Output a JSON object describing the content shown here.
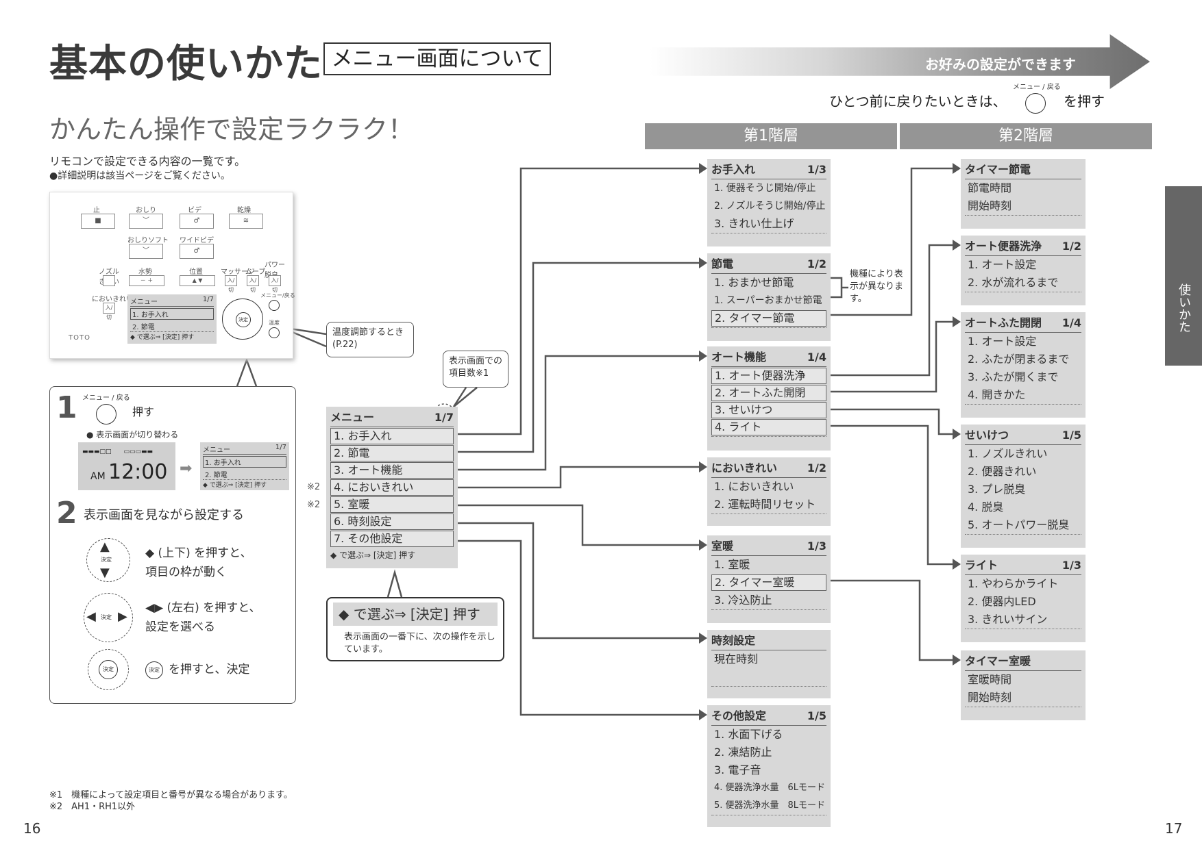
{
  "header": {
    "title": "基本の使いかた",
    "subtitle": "メニュー画面について",
    "banner": "お好みの設定ができます",
    "back_hint_before": "ひとつ前に戻りたいときは、",
    "back_hint_button": "メニュー / 戻る",
    "back_hint_after": "を押す"
  },
  "tagline": "かんたん操作で設定ラクラク！",
  "intro": {
    "line1": "リモコンで設定できる内容の一覧です。",
    "line2": "●詳細説明は該当ページをご覧ください。"
  },
  "columns": {
    "level1": "第1階層",
    "level2": "第2階層"
  },
  "remote": {
    "top_labels": [
      "止",
      "おしり",
      "ビデ",
      "乾燥"
    ],
    "soft_labels": [
      "おしりソフト",
      "ワイドビデ"
    ],
    "row_labels": [
      "ノズルきれい",
      "水勢",
      "位置",
      "マッサージ",
      "ムーブ",
      "パワー脱臭"
    ],
    "odor_label": "においきれい",
    "menu_back_label": "メニュー/戻る",
    "temp_label": "温度",
    "brand": "TOTO",
    "small_btn": "入/切",
    "decide": "決定",
    "mini_menu": {
      "title": "メニュー",
      "count": "1/7",
      "items": [
        "1. お手入れ",
        "2. 節電"
      ],
      "foot": "◆ で選ぶ⇒ [決定] 押す"
    }
  },
  "callouts": {
    "temp": "温度調節するとき(P.22)",
    "count": "表示画面での項目数※1"
  },
  "steps": {
    "s1_num": "1",
    "s1_label": "メニュー / 戻る",
    "s1_push": "押す",
    "s1_note": "● 表示画面が切り替わる",
    "lcd_time": "12:00",
    "lcd_ampm": "AM",
    "s2_num": "2",
    "s2_text": "表示画面を見ながら設定する",
    "op1_a": "◆ (上下) を押すと、",
    "op1_b": "項目の枠が動く",
    "op2_a": "◀▶ (左右) を押すと、",
    "op2_b": "設定を選べる",
    "op3": "を押すと、決定"
  },
  "main_menu": {
    "title": "メニュー",
    "count": "1/7",
    "items": [
      "1. お手入れ",
      "2. 節電",
      "3. オート機能",
      "4. においきれい",
      "5. 室暖",
      "6. 時刻設定",
      "7. その他設定"
    ],
    "foot": "◆ で選ぶ⇒ [決定] 押す",
    "marks": [
      "※2",
      "※2"
    ]
  },
  "op_callout": {
    "strip": "◆ で選ぶ⇒ [決定] 押す",
    "desc": "表示画面の一番下に、次の操作を示しています。"
  },
  "level1": [
    {
      "title": "お手入れ",
      "count": "1/3",
      "items": [
        "1. 便器そうじ開始/停止",
        "2. ノズルそうじ開始/停止",
        "3. きれい仕上げ"
      ]
    },
    {
      "title": "節電",
      "count": "1/2",
      "items": [
        "1. おまかせ節電",
        "1. スーパーおまかせ節電",
        "2. タイマー節電"
      ]
    },
    {
      "title": "オート機能",
      "count": "1/4",
      "items": [
        "1. オート便器洗浄",
        "2. オートふた開閉",
        "3. せいけつ",
        "4. ライト"
      ]
    },
    {
      "title": "においきれい",
      "count": "1/2",
      "items": [
        "1. においきれい",
        "2. 運転時間リセット"
      ]
    },
    {
      "title": "室暖",
      "count": "1/3",
      "items": [
        "1. 室暖",
        "2. タイマー室暖",
        "3. 冷込防止"
      ]
    },
    {
      "title": "時刻設定",
      "count": "",
      "items": [
        "現在時刻"
      ]
    },
    {
      "title": "その他設定",
      "count": "1/5",
      "items": [
        "1. 水面下げる",
        "2. 凍結防止",
        "3. 電子音",
        "4. 便器洗浄水量　6Lモード",
        "5. 便器洗浄水量　8Lモード"
      ]
    }
  ],
  "level2": [
    {
      "title": "タイマー節電",
      "count": "",
      "items": [
        "節電時間",
        "開始時刻"
      ]
    },
    {
      "title": "オート便器洗浄",
      "count": "1/2",
      "items": [
        "1. オート設定",
        "2. 水が流れるまで"
      ]
    },
    {
      "title": "オートふた開閉",
      "count": "1/4",
      "items": [
        "1. オート設定",
        "2. ふたが閉まるまで",
        "3. ふたが開くまで",
        "4. 開きかた"
      ]
    },
    {
      "title": "せいけつ",
      "count": "1/5",
      "items": [
        "1. ノズルきれい",
        "2. 便器きれい",
        "3. プレ脱臭",
        "4. 脱臭",
        "5. オートパワー脱臭"
      ]
    },
    {
      "title": "ライト",
      "count": "1/3",
      "items": [
        "1. やわらかライト",
        "2. 便器内LED",
        "3. きれいサイン"
      ]
    },
    {
      "title": "タイマー室暖",
      "count": "",
      "items": [
        "室暖時間",
        "開始時刻"
      ]
    }
  ],
  "connector_note": "機種により表示が異なります。",
  "side_tab": "使いかた",
  "footnotes": {
    "n1": "※1　機種によって設定項目と番号が異なる場合があります。",
    "n2": "※2　AH1・RH1以外"
  },
  "pages": {
    "left": "16",
    "right": "17"
  },
  "colors": {
    "menu_bg": "#d8d8d8",
    "header_bg": "#959595",
    "line": "#555555",
    "side_tab": "#666666"
  }
}
